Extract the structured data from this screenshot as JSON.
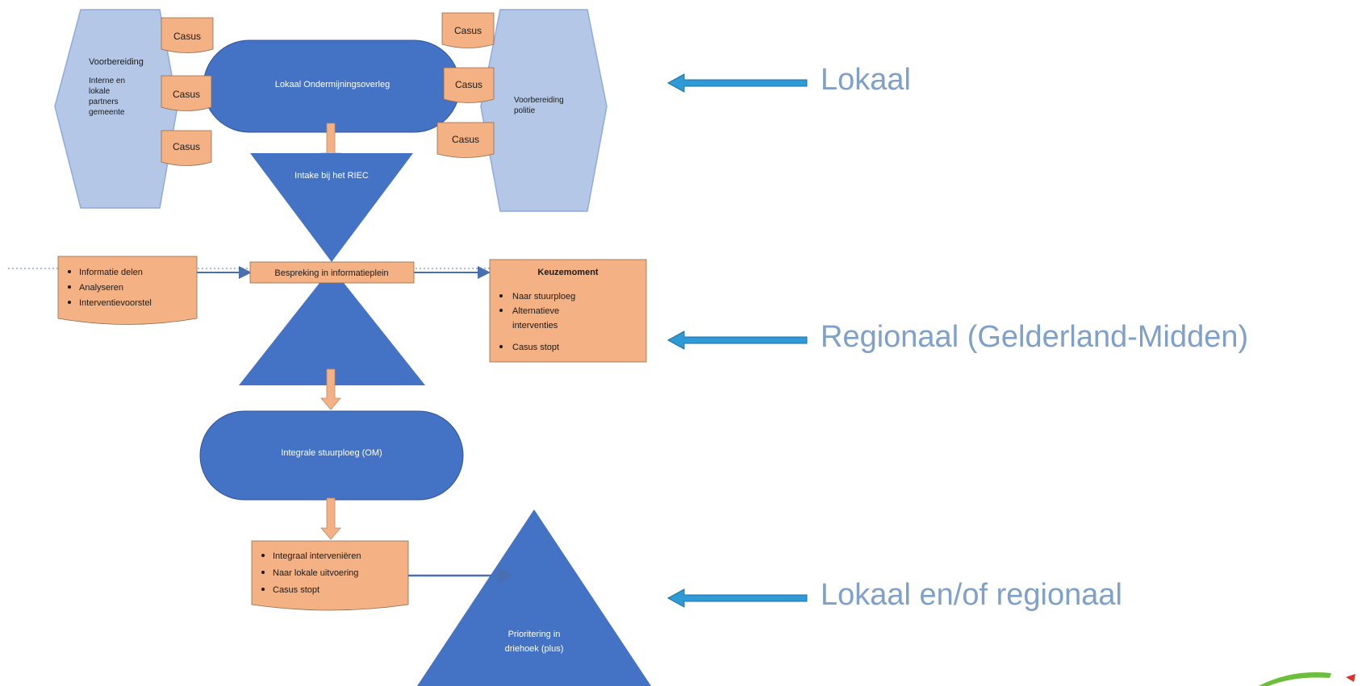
{
  "colors": {
    "blue_shape": "#4472c4",
    "light_blue_shape": "#b4c7e7",
    "orange_box": "#f4b183",
    "arrow_cyan": "#2e9bd6",
    "level_text": "#7fa0c8"
  },
  "left_prep": {
    "title": "Voorbereiding",
    "lines": [
      "Interne en",
      "lokale",
      "partners",
      "gemeente"
    ]
  },
  "right_prep": {
    "lines": [
      "Voorbereiding",
      "politie"
    ]
  },
  "casus_left": [
    "Casus",
    "Casus",
    "Casus"
  ],
  "casus_right": [
    "Casus",
    "Casus",
    "Casus"
  ],
  "lokaal_overleg": "Lokaal Ondermijningsoverleg",
  "intake": "Intake bij het RIEC",
  "info_list": [
    "Informatie delen",
    "Analyseren",
    "Interventievoorstel"
  ],
  "bespreking": "Bespreking in informatieplein",
  "keuzemoment": {
    "title": "Keuzemoment",
    "items": [
      "Naar stuurploeg",
      "Alternatieve",
      "interventies",
      "Casus stopt"
    ]
  },
  "stuurploeg": "Integrale stuurploeg (OM)",
  "interventie_list": [
    "Integraal interveniëren",
    "Naar lokale uitvoering",
    "Casus stopt"
  ],
  "prioritering": [
    "Prioritering in",
    "driehoek (plus)"
  ],
  "levels": {
    "lokaal": "Lokaal",
    "regionaal": "Regionaal (Gelderland-Midden)",
    "lokaal_regionaal": "Lokaal en/of regionaal"
  }
}
